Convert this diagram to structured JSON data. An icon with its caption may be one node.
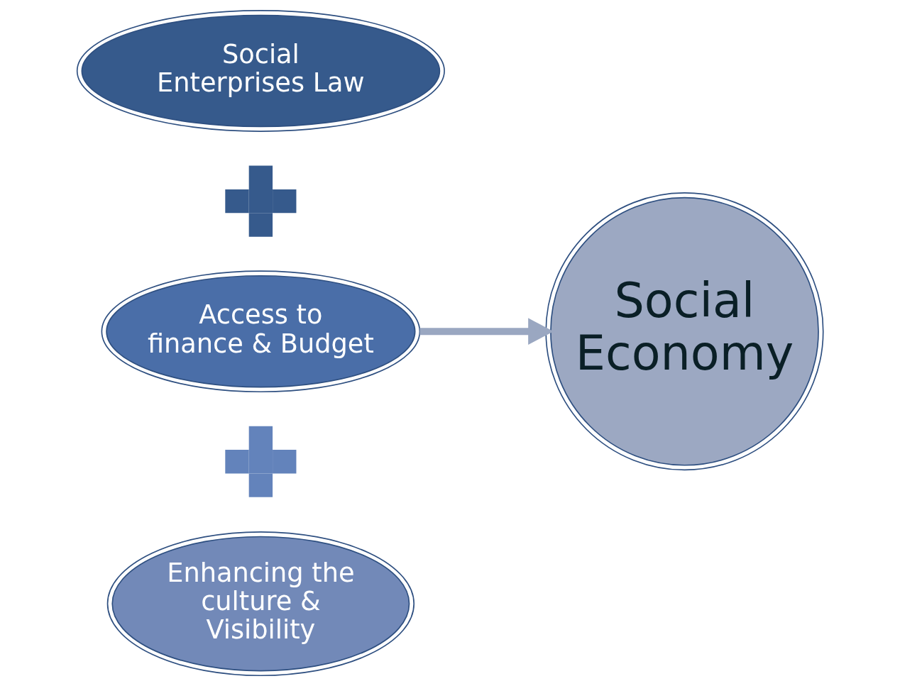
{
  "diagram": {
    "nodes": [
      {
        "text": [
          "Social Enterprises Law"
        ]
      },
      {
        "text": [],
        "shape": "cross"
      },
      {
        "text": [
          "Access to finance & Budget"
        ]
      },
      {
        "text": [],
        "shape": "cross"
      },
      {
        "text": [
          "Enhancing the culture & Visibility"
        ]
      },
      {
        "text": [
          "Social Economy"
        ]
      }
    ],
    "edges": [
      {
        "from": 2,
        "to": 5,
        "arrow": "to"
      }
    ]
  }
}
